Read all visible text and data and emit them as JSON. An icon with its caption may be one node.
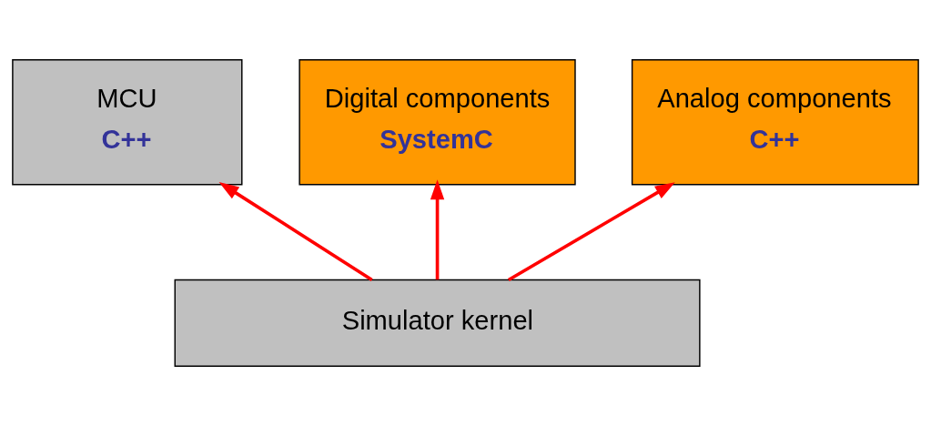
{
  "diagram": {
    "nodes": [
      {
        "text": [
          "MCU",
          "C++"
        ]
      },
      {
        "text": [
          "Digital components",
          "SystemC"
        ]
      },
      {
        "text": [
          "Analog components",
          "C++"
        ]
      },
      {
        "text": [
          "Simulator kernel"
        ]
      }
    ],
    "edges": [
      {
        "from": 3,
        "to": 0,
        "arrow": "to"
      },
      {
        "from": 3,
        "to": 1,
        "arrow": "to"
      },
      {
        "from": 3,
        "to": 2,
        "arrow": "to"
      }
    ]
  }
}
